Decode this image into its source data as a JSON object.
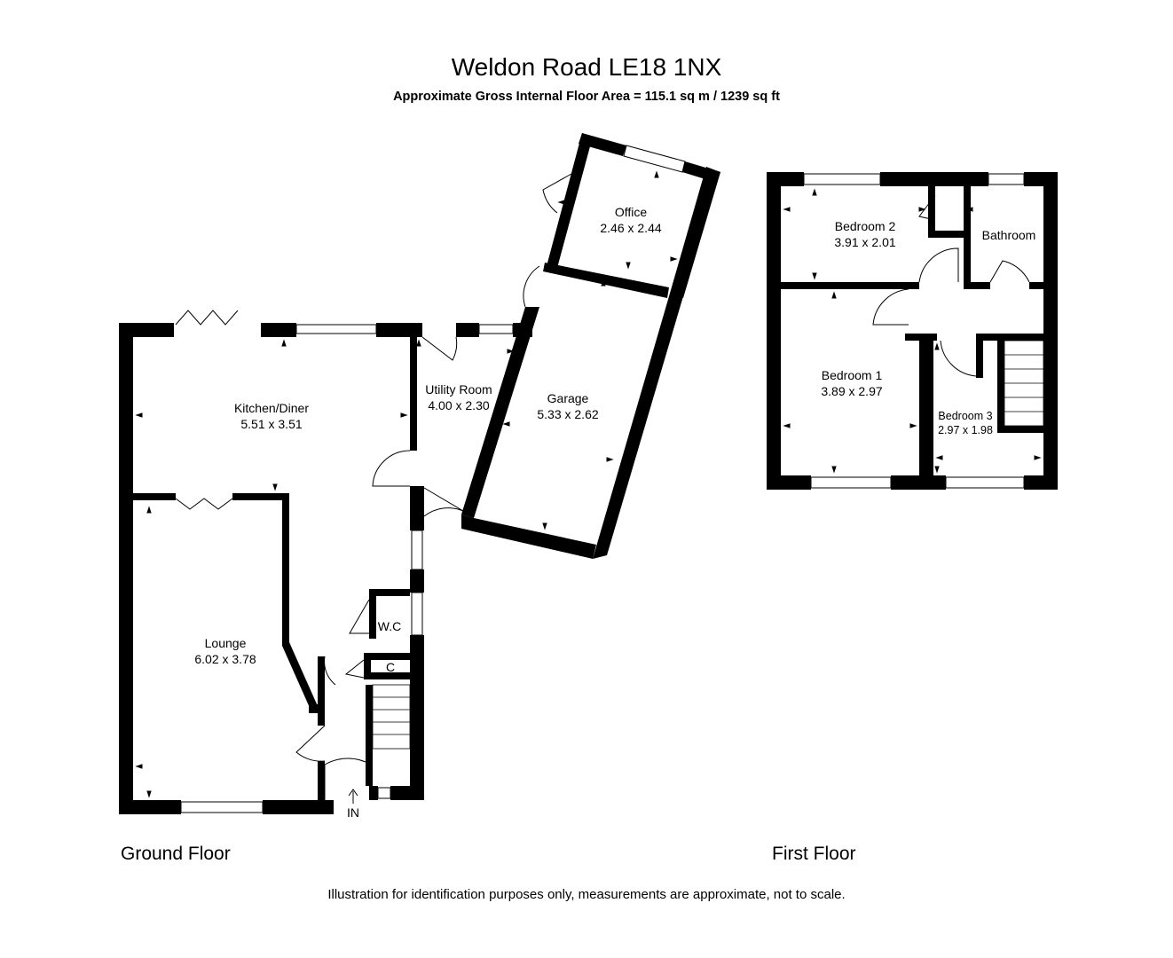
{
  "header": {
    "title": "Weldon Road LE18 1NX",
    "subtitle": "Approximate Gross Internal Floor Area = 115.1 sq m / 1239 sq ft"
  },
  "floors": {
    "ground": {
      "label": "Ground Floor",
      "rooms": {
        "kitchen": {
          "name": "Kitchen/Diner",
          "size": "5.51 x 3.51"
        },
        "utility": {
          "name": "Utility Room",
          "size": "4.00 x 2.30"
        },
        "garage": {
          "name": "Garage",
          "size": "5.33 x 2.62"
        },
        "office": {
          "name": "Office",
          "size": "2.46 x 2.44"
        },
        "lounge": {
          "name": "Lounge",
          "size": "6.02 x 3.78"
        },
        "wc": {
          "name": "W.C"
        },
        "cupboard": {
          "name": "C"
        }
      },
      "entrance": "IN"
    },
    "first": {
      "label": "First Floor",
      "rooms": {
        "bedroom2": {
          "name": "Bedroom 2",
          "size": "3.91 x 2.01"
        },
        "bathroom": {
          "name": "Bathroom"
        },
        "bedroom1": {
          "name": "Bedroom 1",
          "size": "3.89 x 2.97"
        },
        "bedroom3": {
          "name": "Bedroom 3",
          "size": "2.97 x 1.98"
        }
      }
    }
  },
  "footer": {
    "disclaimer": "Illustration for identification purposes only, measurements are approximate, not to scale."
  }
}
